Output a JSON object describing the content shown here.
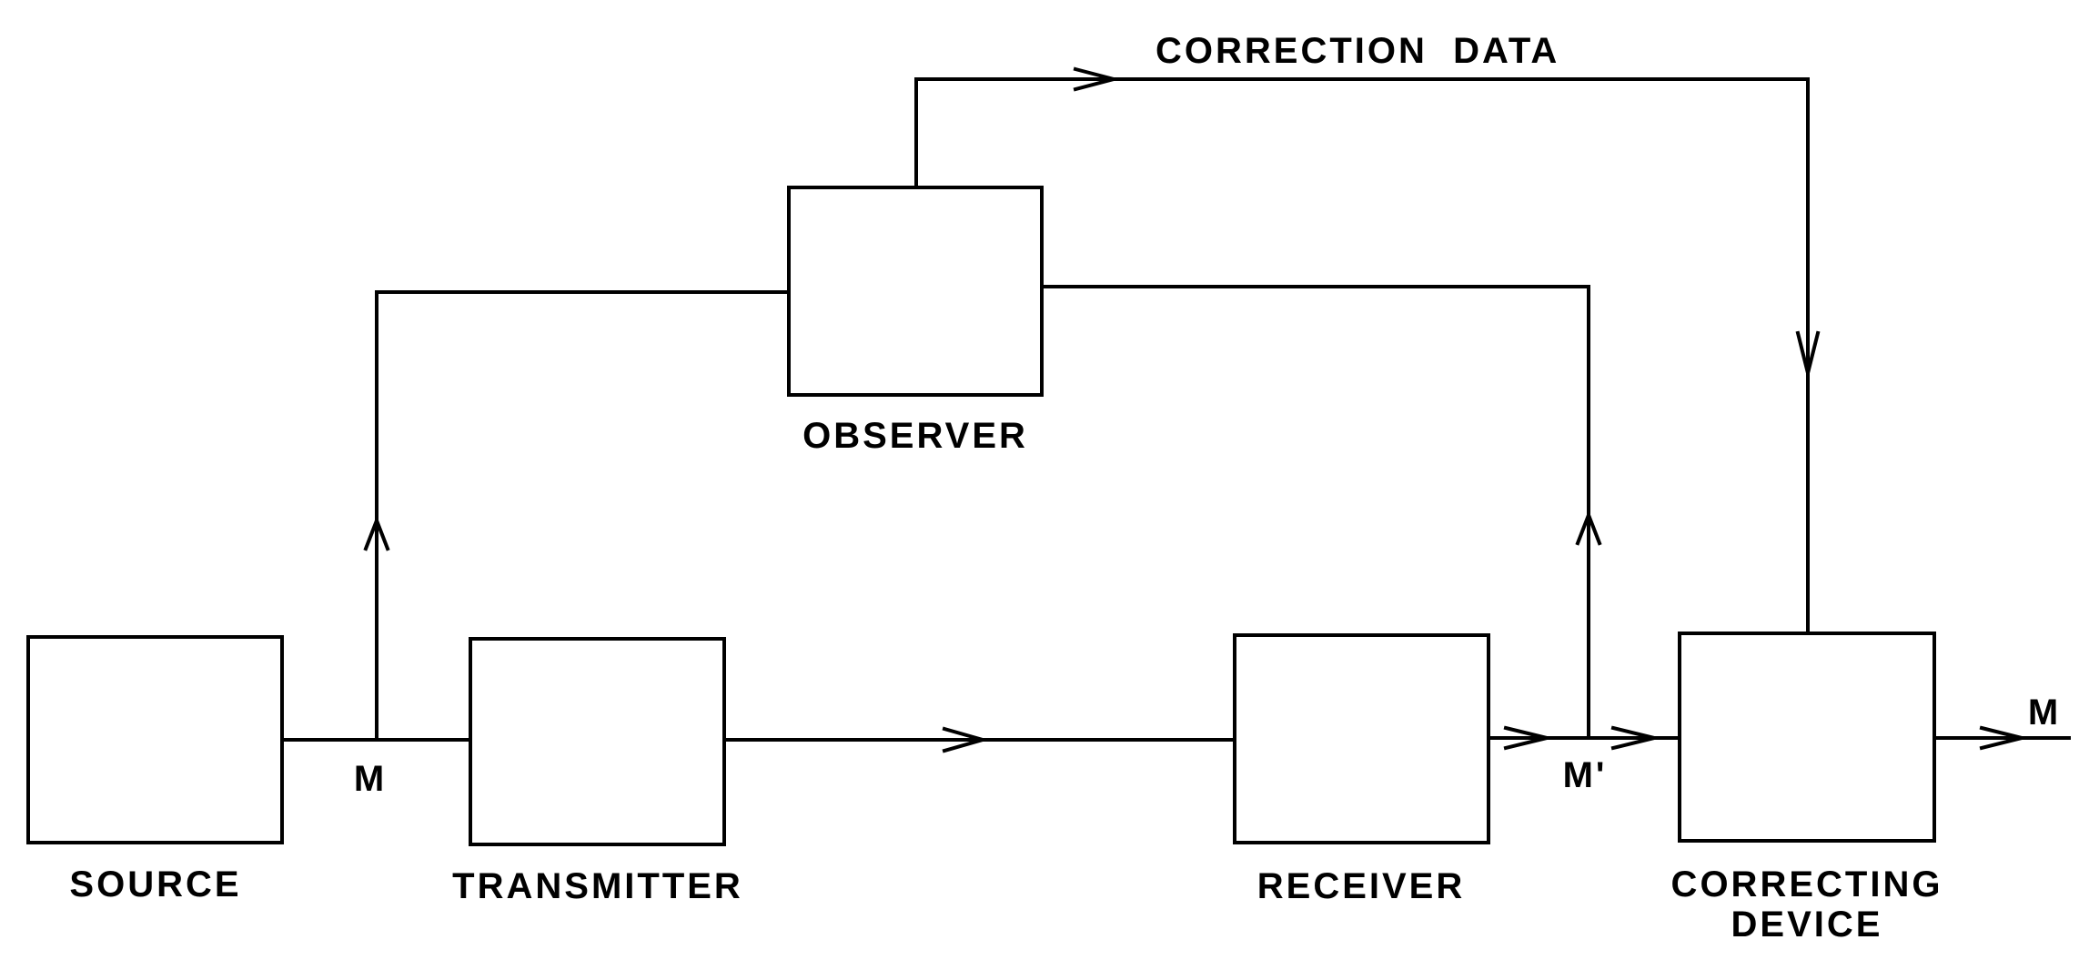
{
  "diagram": {
    "stroke_color": "#000000",
    "background_color": "#ffffff",
    "blocks": {
      "source": "SOURCE",
      "transmitter": "TRANSMITTER",
      "observer": "OBSERVER",
      "receiver": "RECEIVER",
      "correcting_device_line1": "CORRECTING",
      "correcting_device_line2": "DEVICE"
    },
    "signals": {
      "message": "M",
      "received_message": "M'",
      "output_message": "M",
      "correction_data": "CORRECTION  DATA"
    }
  }
}
